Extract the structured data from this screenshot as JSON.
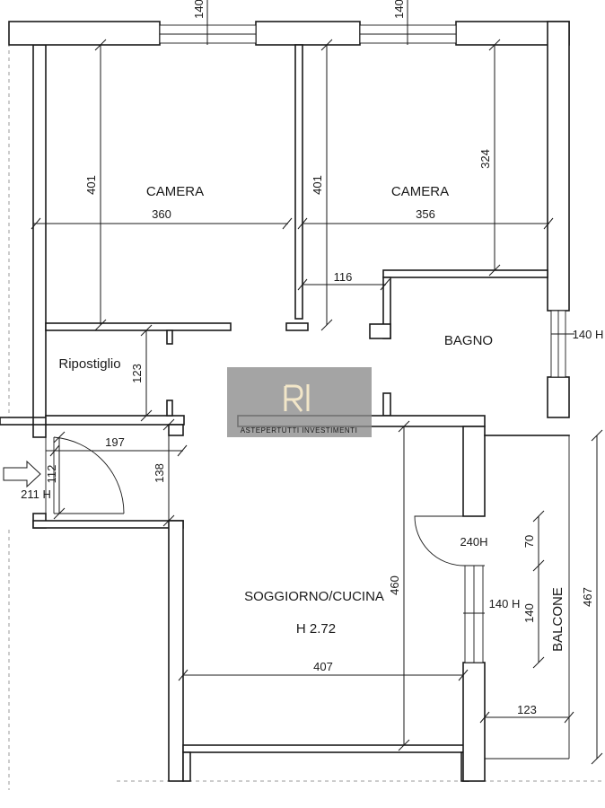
{
  "rooms": {
    "camera_left": "CAMERA",
    "camera_right": "CAMERA",
    "bagno": "BAGNO",
    "ripostiglio": "Ripostiglio",
    "soggiorno": "SOGGIORNO/CUCINA",
    "soggiorno_height": "H 2.72",
    "balcone": "BALCONE"
  },
  "dimensions": {
    "win_top_left": "140",
    "win_top_right": "140",
    "camera_left_height": "401",
    "camera_left_width": "360",
    "camera_right_height": "401",
    "camera_right_width": "356",
    "camera_right_324": "324",
    "corridor_116": "116",
    "bagno_window": "140 H",
    "ripostiglio_123": "123",
    "entrance_197": "197",
    "entrance_112": "112",
    "entrance_door": "211 H",
    "hall_138": "138",
    "door_240": "240H",
    "soggiorno_460": "460",
    "soggiorno_407": "407",
    "balcone_window": "140 H",
    "balcone_70": "70",
    "balcone_140": "140",
    "balcone_467": "467",
    "balcone_123": "123"
  },
  "watermark": {
    "monogram": "Ri",
    "text": "ASTEPERTUTTI INVESTIMENTI"
  },
  "colors": {
    "line": "#1a1a1a",
    "watermark_bg": "#8a8a8a"
  }
}
